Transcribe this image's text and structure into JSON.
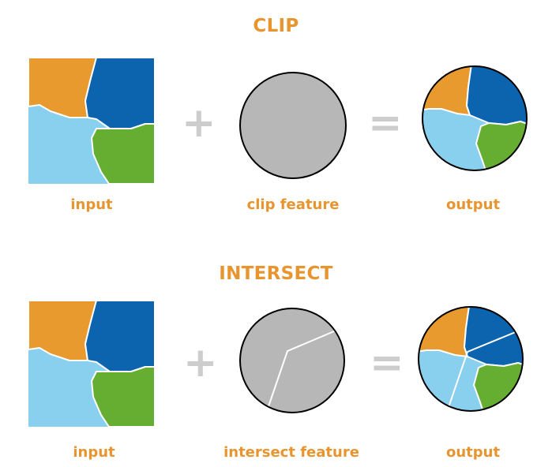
{
  "colors": {
    "accent": "#E8942F",
    "orange": "#E89A2E",
    "blue": "#0D64AE",
    "light_blue": "#89CFEE",
    "green": "#65AE32",
    "gray": "#B7B7B7",
    "operator": "#CDCDCD"
  },
  "clip": {
    "title": "CLIP",
    "input_label": "input",
    "feature_label": "clip feature",
    "output_label": "output",
    "plus": "+",
    "equals": "="
  },
  "intersect": {
    "title": "INTERSECT",
    "input_label": "input",
    "feature_label": "intersect feature",
    "output_label": "output",
    "plus": "+",
    "equals": "="
  },
  "icons": [
    "input-polygons-icon",
    "clip-circle-icon",
    "clipped-output-icon",
    "intersect-circle-icon",
    "intersected-output-icon"
  ]
}
